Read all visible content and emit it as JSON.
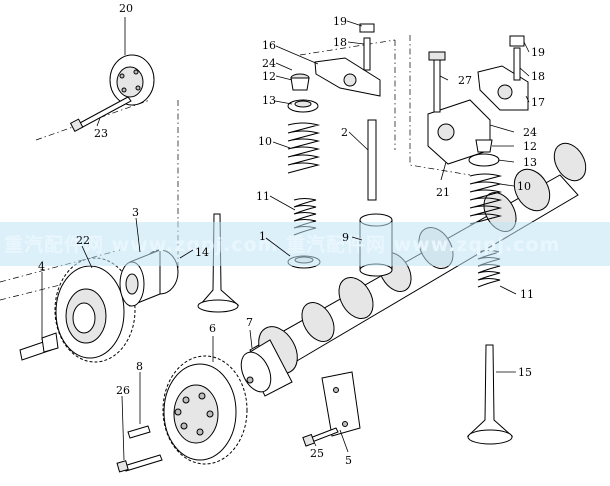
{
  "watermark": {
    "text": "重汽配件网 www.zqpj.com 重汽配件网 www.zqpj.com"
  },
  "callouts": {
    "c1": "1",
    "c2": "2",
    "c3": "3",
    "c4": "4",
    "c5": "5",
    "c6": "6",
    "c7": "7",
    "c8": "8",
    "c9": "9",
    "c10a": "10",
    "c10b": "10",
    "c11a": "11",
    "c11b": "11",
    "c12a": "12",
    "c12b": "12",
    "c13a": "13",
    "c13b": "13",
    "c14": "14",
    "c15": "15",
    "c16": "16",
    "c17": "17",
    "c18a": "18",
    "c18b": "18",
    "c19a": "19",
    "c19b": "19",
    "c20": "20",
    "c21": "21",
    "c22": "22",
    "c23": "23",
    "c24a": "24",
    "c24b": "24",
    "c25": "25",
    "c26": "26",
    "c27": "27"
  }
}
